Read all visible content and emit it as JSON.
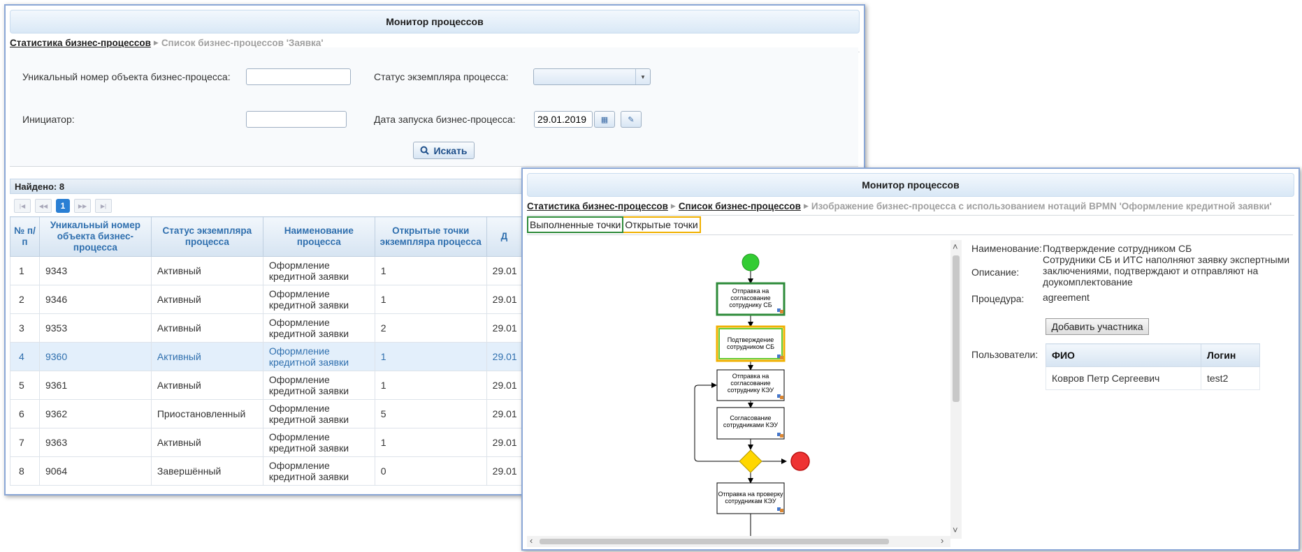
{
  "w1": {
    "title": "Монитор процессов",
    "crumbs": [
      "Статистика бизнес-процессов",
      "Список бизнес-процессов 'Заявка'"
    ],
    "filter": {
      "object_id_label": "Уникальный номер объекта бизнес-процесса:",
      "object_id_value": "",
      "status_label": "Статус экземпляра процесса:",
      "status_value": "",
      "initiator_label": "Инициатор:",
      "initiator_value": "",
      "date_label": "Дата запуска бизнес-процесса:",
      "date_value": "29.01.2019",
      "search_label": "Искать"
    },
    "found": "Найдено: 8",
    "page": "1",
    "columns": [
      "№ п/п",
      "Уникальный номер объекта бизнес-процесса",
      "Статус экземпляра процесса",
      "Наименование процесса",
      "Открытые точки экземпляра процесса",
      "Д"
    ],
    "rows": [
      {
        "n": "1",
        "id": "9343",
        "status": "Активный",
        "name1": "Оформление",
        "name2": "кредитной заявки",
        "open": "1",
        "date": "29.01"
      },
      {
        "n": "2",
        "id": "9346",
        "status": "Активный",
        "name1": "Оформление",
        "name2": "кредитной заявки",
        "open": "1",
        "date": "29.01"
      },
      {
        "n": "3",
        "id": "9353",
        "status": "Активный",
        "name1": "Оформление",
        "name2": "кредитной заявки",
        "open": "2",
        "date": "29.01"
      },
      {
        "n": "4",
        "id": "9360",
        "status": "Активный",
        "name1": "Оформление",
        "name2": "кредитной заявки",
        "open": "1",
        "date": "29.01"
      },
      {
        "n": "5",
        "id": "9361",
        "status": "Активный",
        "name1": "Оформление",
        "name2": "кредитной заявки",
        "open": "1",
        "date": "29.01"
      },
      {
        "n": "6",
        "id": "9362",
        "status": "Приостановленный",
        "name1": "Оформление",
        "name2": "кредитной заявки",
        "open": "5",
        "date": "29.01"
      },
      {
        "n": "7",
        "id": "9363",
        "status": "Активный",
        "name1": "Оформление",
        "name2": "кредитной заявки",
        "open": "1",
        "date": "29.01"
      },
      {
        "n": "8",
        "id": "9064",
        "status": "Завершённый",
        "name1": "Оформление",
        "name2": "кредитной заявки",
        "open": "0",
        "date": "29.01"
      }
    ]
  },
  "w2": {
    "title": "Монитор процессов",
    "crumbs": [
      "Статистика бизнес-процессов",
      "Список бизнес-процессов",
      "Изображение бизнес-процесса с использованием нотаций BPMN 'Оформление кредитной заявки'"
    ],
    "tab_done": "Выполненные точки",
    "tab_open": "Открытые точки",
    "nodes": {
      "n1a": "Отправка на",
      "n1b": "согласование",
      "n1c": "сотруднику СБ",
      "n2a": "Подтверждение",
      "n2b": "сотрудником СБ",
      "n3a": "Отправка на",
      "n3b": "согласование",
      "n3c": "сотруднику КЭУ",
      "n4a": "Согласование",
      "n4b": "сотрудниками КЭУ",
      "n5a": "Отправка на проверку",
      "n5b": "сотрудникам КЭУ"
    },
    "props": {
      "name_label": "Наименование:",
      "name_value": "Подтверждение сотрудником СБ",
      "desc_label": "Описание:",
      "desc_line1": "Сотрудники СБ и ИТС наполняют заявку экспертными",
      "desc_line2": "заключениями, подтверждают и отправляют на",
      "desc_line3": "доукомплектование",
      "proc_label": "Процедура:",
      "proc_value": "agreement",
      "add_button": "Добавить участника",
      "users_label": "Пользователи:",
      "users_columns": [
        "ФИО",
        "Логин"
      ],
      "users_rows": [
        {
          "fio": "Ковров Петр Сергеевич",
          "login": "test2"
        }
      ]
    }
  },
  "colors": {
    "accent": "#2f6fae",
    "done": "#2e8b3a",
    "open": "#f0b000",
    "start": "#33cc33",
    "end": "#ee3333",
    "gateway": "#ffd700"
  }
}
